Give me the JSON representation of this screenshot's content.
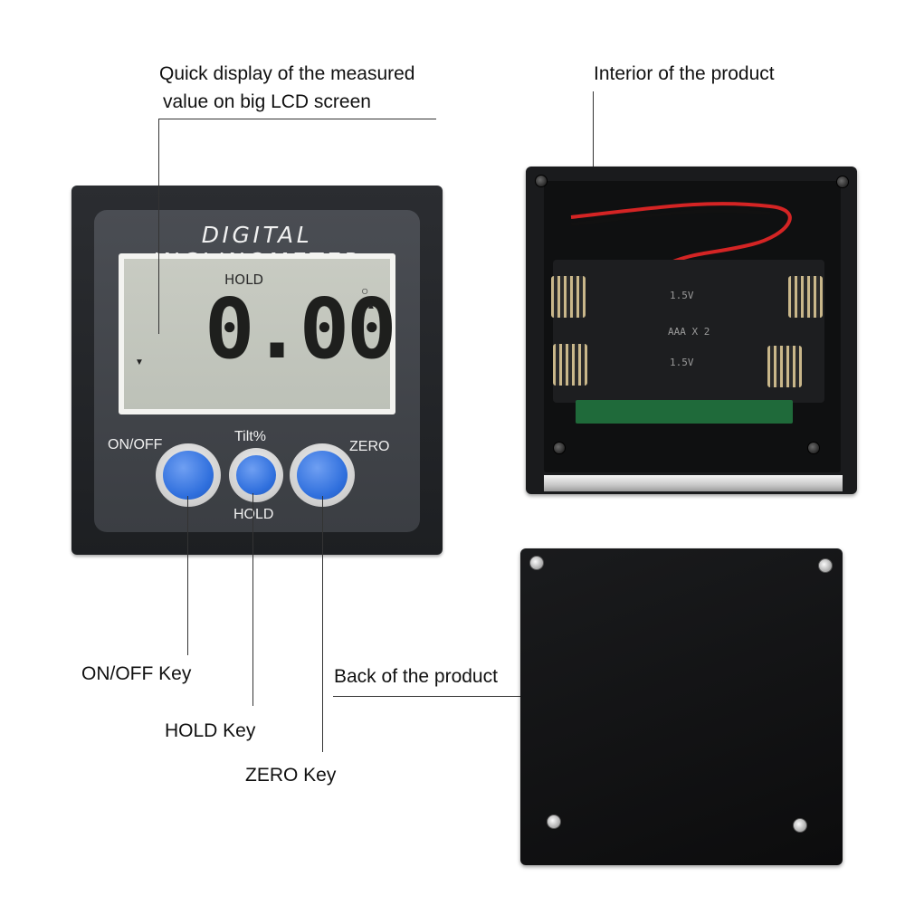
{
  "callouts": {
    "lcd_line1": "Quick display of the measured",
    "lcd_line2": "value on big LCD screen",
    "interior": "Interior of the product",
    "back": "Back of the product",
    "onoff_key": "ON/OFF Key",
    "hold_key": "HOLD Key",
    "zero_key": "ZERO Key"
  },
  "device": {
    "brand": "DIGITAL INCLINOMETER",
    "lcd": {
      "mode": "HOLD",
      "value": "0.00",
      "degree_symbol": "○",
      "up_arrow": "▲",
      "down_arrow": "▼"
    },
    "labels": {
      "onoff": "ON/OFF",
      "tilt": "Tilt%",
      "zero": "ZERO",
      "hold": "HOLD"
    }
  },
  "interior": {
    "cell_label_top": "1.5V",
    "cell_label_mid": "AAA X 2",
    "cell_label_bottom": "1.5V",
    "wire_color": "#d42424"
  },
  "colors": {
    "key_blue": "#2f6fdd",
    "lcd_green_grey": "#c3c6bd",
    "body_black": "#1f2124"
  }
}
